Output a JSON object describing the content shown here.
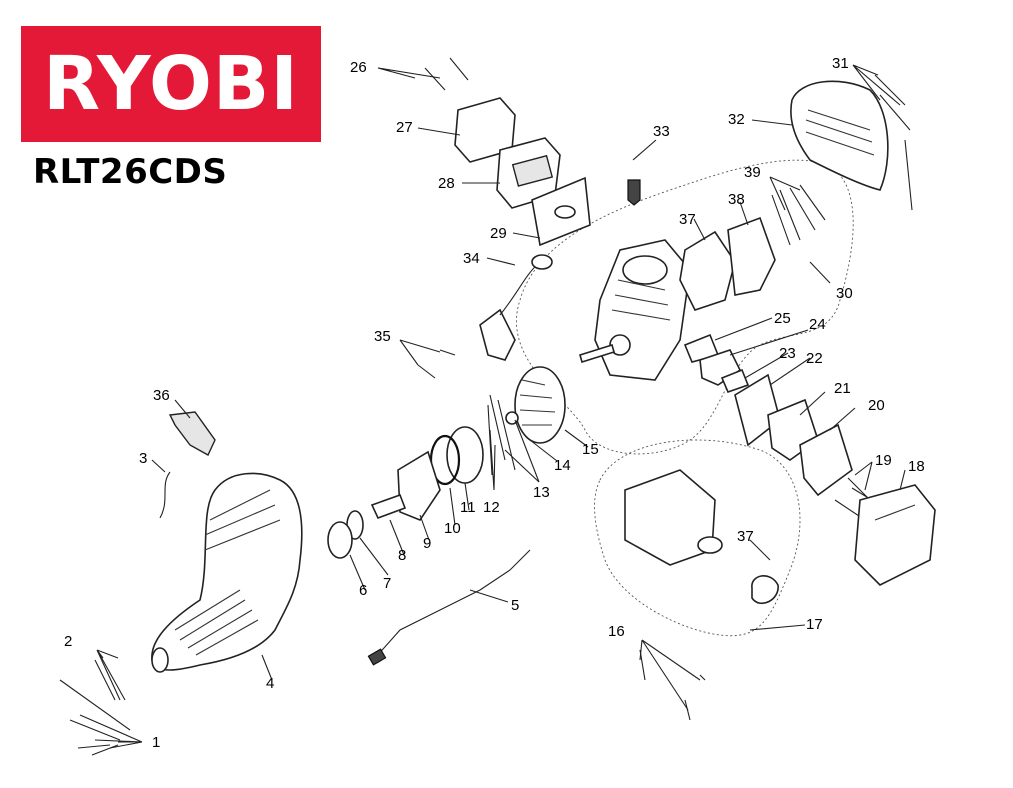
{
  "brand": {
    "logo_text": "RYOBI",
    "color": "#e31937"
  },
  "model": "RLT26CDS",
  "callouts": [
    "1",
    "2",
    "3",
    "4",
    "5",
    "6",
    "7",
    "8",
    "9",
    "10",
    "11",
    "12",
    "13",
    "14",
    "15",
    "16",
    "17",
    "18",
    "19",
    "20",
    "21",
    "22",
    "23",
    "24",
    "25",
    "26",
    "27",
    "28",
    "29",
    "30",
    "31",
    "32",
    "33",
    "34",
    "35",
    "36",
    "37",
    "38",
    "39"
  ],
  "callout_37_repeat": "37"
}
